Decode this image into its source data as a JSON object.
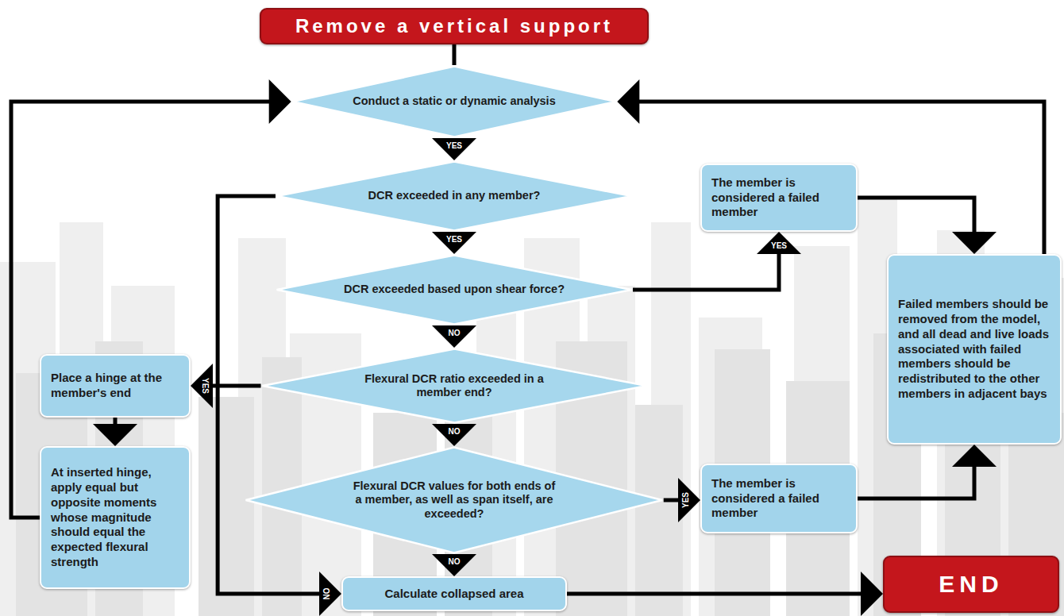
{
  "diagram": {
    "nodes": [
      {
        "text": [
          "Remove a vertical support"
        ]
      },
      {
        "text": [
          "Conduct a static or dynamic analysis"
        ]
      },
      {
        "text": [
          "DCR exceeded in any member?"
        ]
      },
      {
        "text": [
          "DCR exceeded based upon shear force?"
        ]
      },
      {
        "text": [
          "The member is considered a failed member"
        ]
      },
      {
        "text": [
          "Failed members should be removed from the model, and all dead and live loads associated with failed members should be redistributed to the other members in adjacent bays"
        ]
      },
      {
        "text": [
          "Flexural DCR ratio exceeded in a member end?"
        ]
      },
      {
        "text": [
          "Place a hinge at the member's end"
        ]
      },
      {
        "text": [
          "At inserted hinge, apply equal but opposite moments whose magnitude should equal the expected flexural strength"
        ]
      },
      {
        "text": [
          "Flexural DCR values for both ends of a member, as well as span itself, are exceeded?"
        ]
      },
      {
        "text": [
          "The member is considered a failed member"
        ]
      },
      {
        "text": [
          "Calculate collapsed area"
        ]
      },
      {
        "text": [
          "END"
        ]
      }
    ],
    "edges": [
      {
        "from": 0,
        "to": 1,
        "arrow": "none"
      },
      {
        "from": 1,
        "to": 2,
        "label": "YES",
        "arrow": "to"
      },
      {
        "from": 2,
        "to": 3,
        "label": "YES",
        "arrow": "to"
      },
      {
        "from": 2,
        "to": 11,
        "label": "NO",
        "arrow": "to"
      },
      {
        "from": 3,
        "to": 4,
        "label": "YES",
        "arrow": "to"
      },
      {
        "from": 3,
        "to": 6,
        "label": "NO",
        "arrow": "to"
      },
      {
        "from": 4,
        "to": 5,
        "arrow": "to"
      },
      {
        "from": 6,
        "to": 7,
        "label": "YES",
        "arrow": "to"
      },
      {
        "from": 6,
        "to": 9,
        "label": "NO",
        "arrow": "to"
      },
      {
        "from": 7,
        "to": 8,
        "arrow": "to"
      },
      {
        "from": 8,
        "to": 1,
        "arrow": "to"
      },
      {
        "from": 9,
        "to": 10,
        "label": "YES",
        "arrow": "to"
      },
      {
        "from": 9,
        "to": 11,
        "label": "NO",
        "arrow": "to"
      },
      {
        "from": 10,
        "to": 5,
        "arrow": "to"
      },
      {
        "from": 5,
        "to": 1,
        "arrow": "to"
      },
      {
        "from": 11,
        "to": 12,
        "arrow": "to"
      }
    ]
  }
}
